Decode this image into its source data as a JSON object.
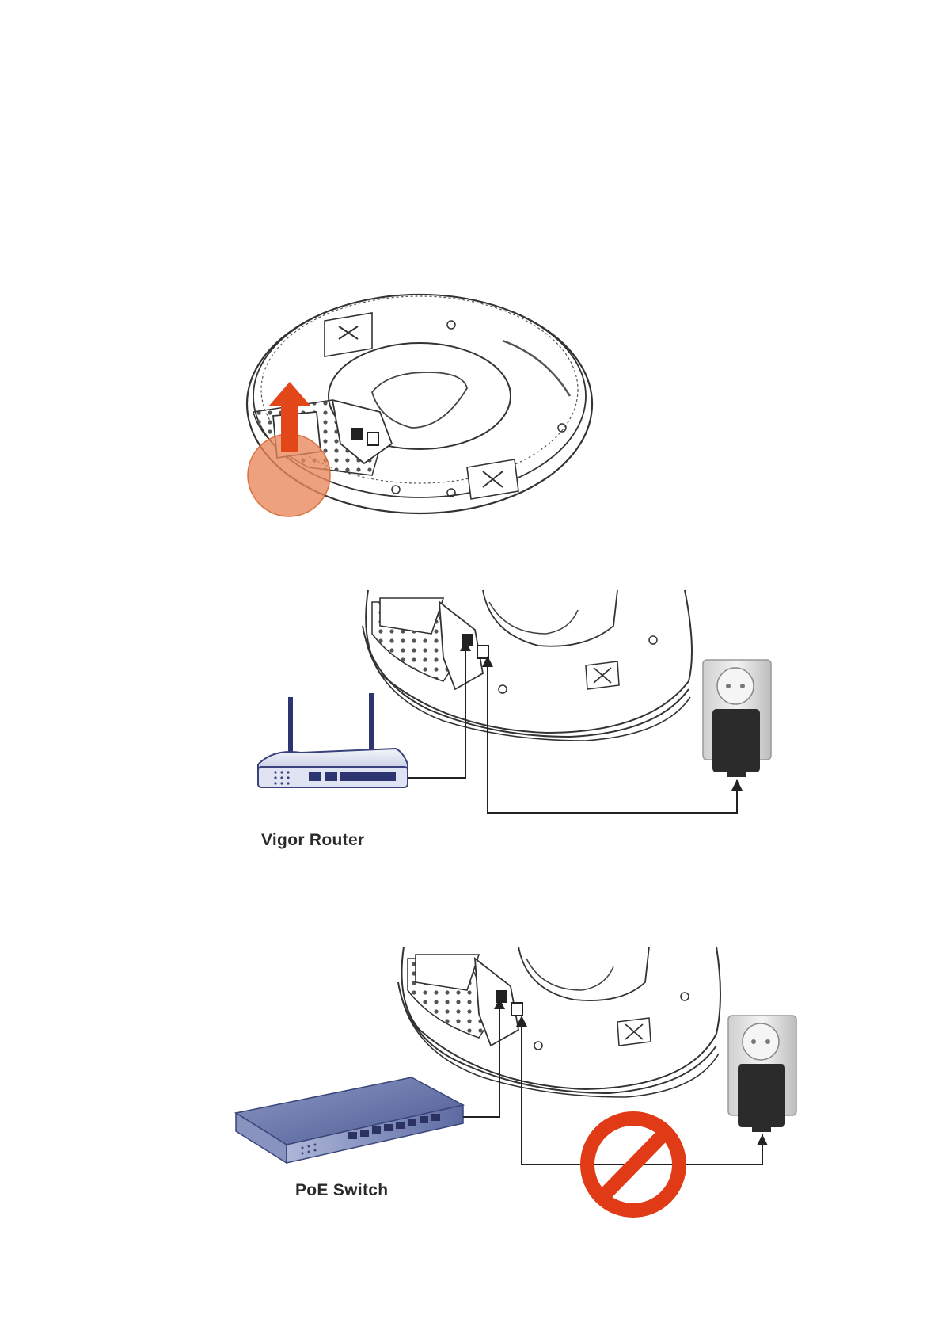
{
  "figure1": {
    "icon": "ceiling-ap-underside-with-lift-arrow",
    "arrow_color": "#e2471a",
    "highlight_color": "#e8875a"
  },
  "figure2": {
    "caption": "Vigor Router",
    "icons": [
      "ceiling-ap",
      "router-icon",
      "power-outlet-icon",
      "power-adapter-icon"
    ]
  },
  "figure3": {
    "caption": "PoE Switch",
    "icons": [
      "ceiling-ap",
      "poe-switch-icon",
      "power-outlet-icon",
      "power-adapter-icon",
      "prohibited-icon"
    ],
    "prohibited_color": "#e03a16"
  }
}
